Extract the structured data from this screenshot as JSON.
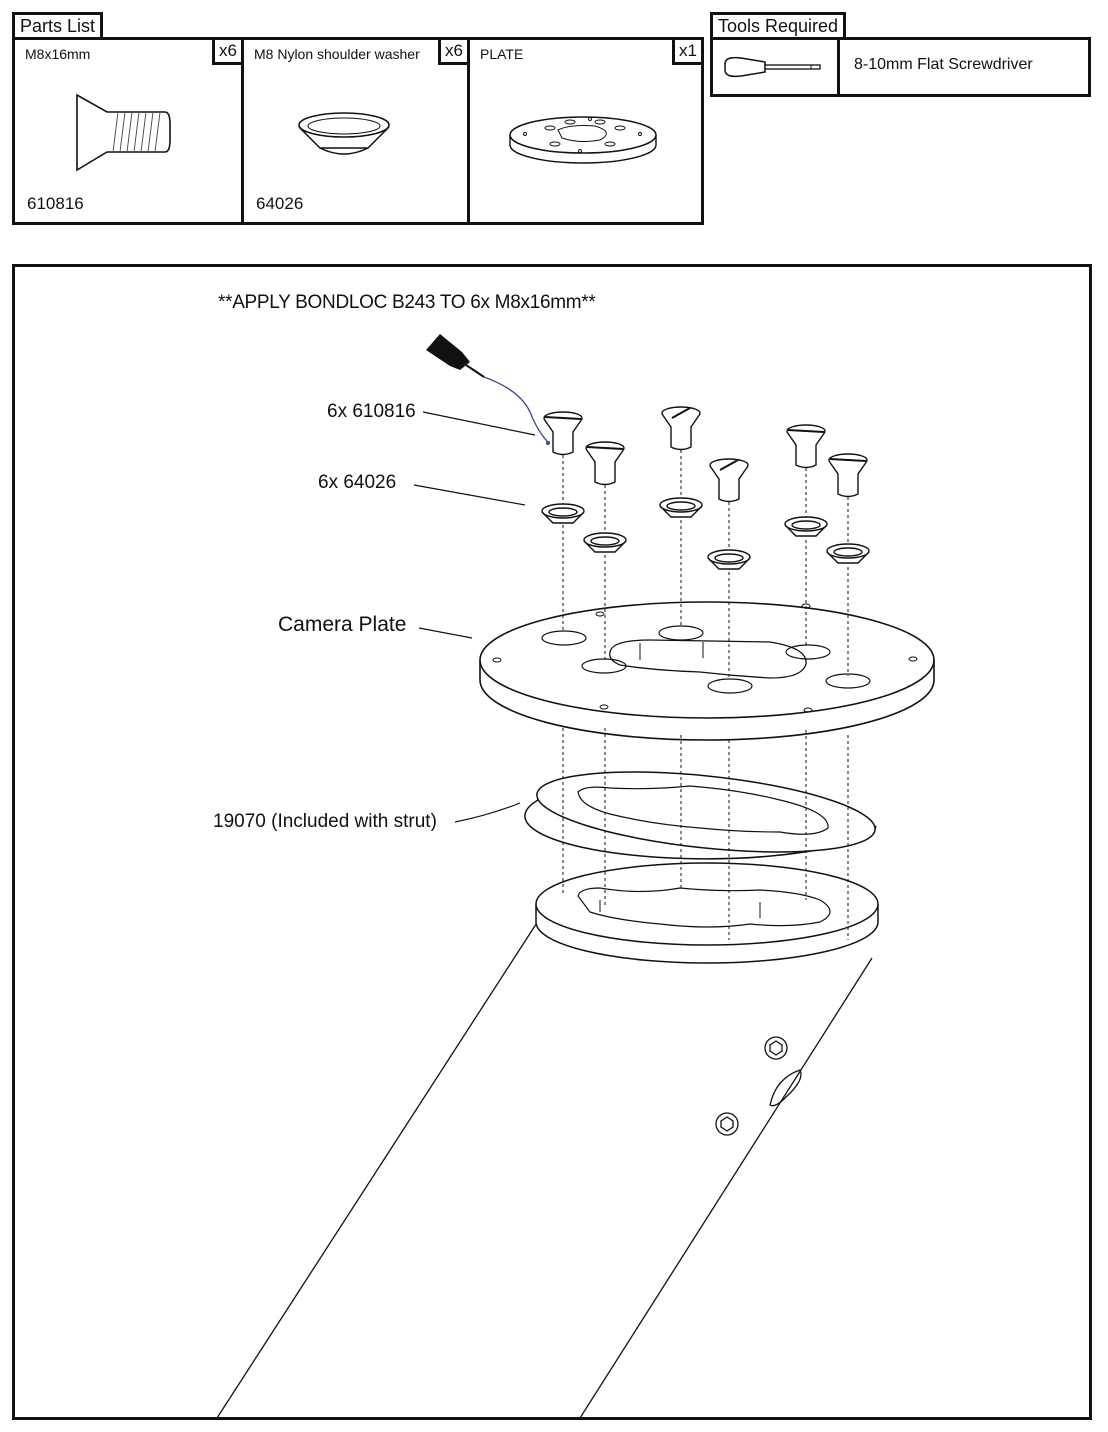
{
  "parts_list": {
    "title": "Parts List",
    "items": [
      {
        "name": "M8x16mm",
        "qty": "x6",
        "code": "610816",
        "icon": "countersunk-screw-icon"
      },
      {
        "name": "M8 Nylon shoulder washer",
        "qty": "x6",
        "code": "64026",
        "icon": "shoulder-washer-icon"
      },
      {
        "name": "PLATE",
        "qty": "x1",
        "code": "",
        "icon": "plate-icon"
      }
    ]
  },
  "tools": {
    "title": "Tools Required",
    "items": [
      {
        "name": "8-10mm Flat Screwdriver",
        "icon": "flat-screwdriver-icon"
      }
    ]
  },
  "diagram": {
    "note": "**APPLY BONDLOC B243 TO 6x M8x16mm**",
    "labels": {
      "screws": "6x 610816",
      "washers": "6x 64026",
      "plate": "Camera Plate",
      "gasket": "19070  (Included with strut)"
    }
  }
}
